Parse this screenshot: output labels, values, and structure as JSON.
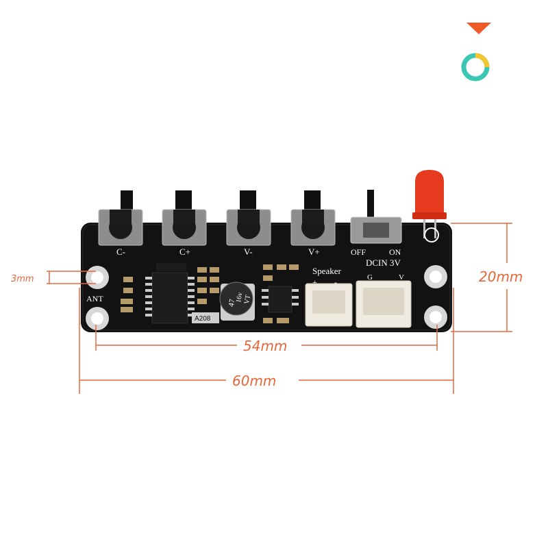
{
  "colors": {
    "dimension_line": "#e8673a",
    "pcb": "#121212",
    "led": "#e63a1e",
    "ring_teal": "#3cc6b4",
    "ring_yellow": "#f2c531",
    "marker": "#ef5a28"
  },
  "icons": {
    "top_marker": "triangle-down-icon",
    "top_ring": "ring-icon"
  },
  "dimensions": {
    "hole_diameter": "3mm",
    "height": "20mm",
    "hole_spacing": "54mm",
    "width": "60mm"
  },
  "board": {
    "buttons": [
      "C-",
      "C+",
      "V-",
      "V+"
    ],
    "switch_off": "OFF",
    "switch_on": "ON",
    "power_label": "DCIN 3V",
    "power_pins": [
      "G",
      "V"
    ],
    "speaker_label": "Speaker",
    "speaker_pins": [
      "+",
      "-"
    ],
    "antenna_label": "ANT",
    "capacitor": [
      "47",
      "16v",
      "VT"
    ],
    "chip_marking": "A208"
  }
}
